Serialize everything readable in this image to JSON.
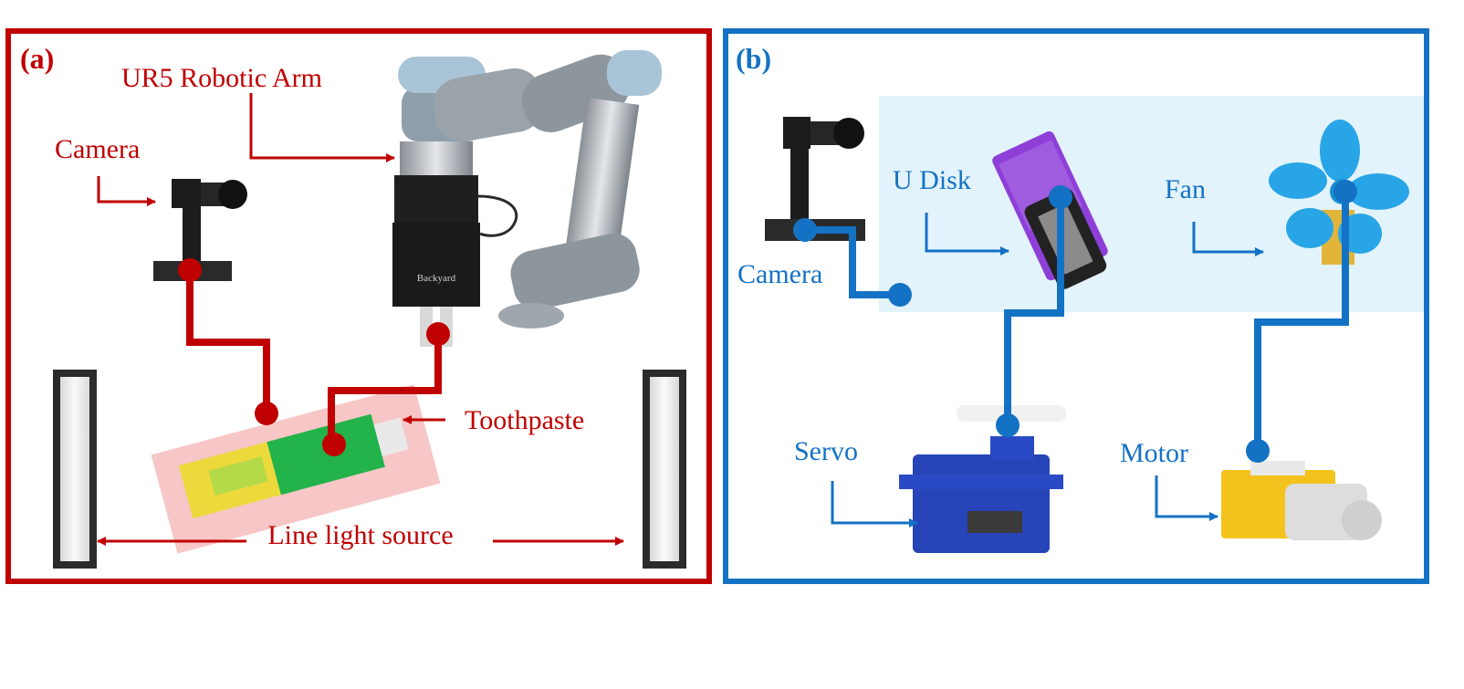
{
  "colors": {
    "panel_a": "#c00000",
    "panel_b": "#1472c4",
    "toothpaste_region": "#f7c6c6",
    "electronics_region": "#e2f3fb"
  },
  "panel_a": {
    "tag": "(a)",
    "labels": {
      "robotic_arm": "UR5 Robotic Arm",
      "camera": "Camera",
      "toothpaste": "Toothpaste",
      "light_source": "Line light source"
    },
    "gripper_brand": "Backyard"
  },
  "panel_b": {
    "tag": "(b)",
    "labels": {
      "u_disk": "U Disk",
      "fan": "Fan",
      "camera": "Camera",
      "servo": "Servo",
      "motor": "Motor"
    }
  },
  "icons": [
    "camera-icon",
    "robotic-arm-icon",
    "toothpaste-icon",
    "line-light-icon",
    "usb-drive-icon",
    "fan-icon",
    "servo-icon",
    "motor-icon"
  ]
}
